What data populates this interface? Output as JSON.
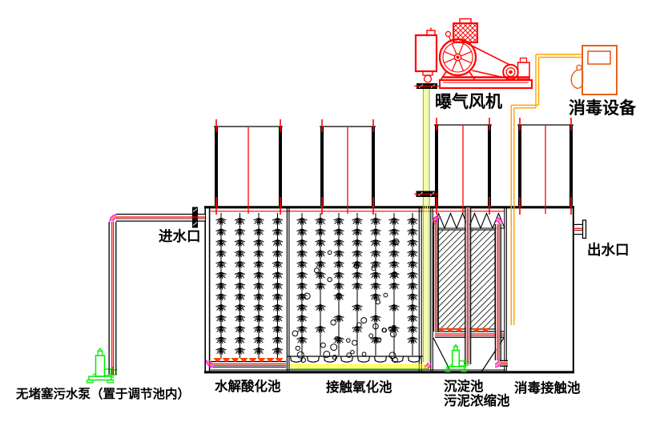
{
  "labels": {
    "blower": "曝气风机",
    "disinfection_equipment": "消毒设备",
    "inlet": "进水口",
    "outlet": "出水口",
    "pump_note": "无堵塞污水泵（置于调节池内）",
    "hydrolysis_tank": "水解酸化池",
    "oxidation_tank": "接触氧化池",
    "sedimentation_tank": "沉淀池",
    "sludge_thickening_tank": "污泥浓缩池",
    "disinfection_tank": "消毒接触池"
  },
  "colors": {
    "red": "#ff0000",
    "dark_red": "#9a0000",
    "diffuser": "#ff4000",
    "magenta": "#ff00ff",
    "elbow_orange": "#ff8000",
    "orange_pipe": "#ffa000",
    "cabinet_orange": "#e8601c",
    "green_pipe": "#7fd000",
    "yellow_pipe": "#ffff00",
    "pump_green": "#00ee00",
    "line": "#000000",
    "background": "#ffffff"
  }
}
